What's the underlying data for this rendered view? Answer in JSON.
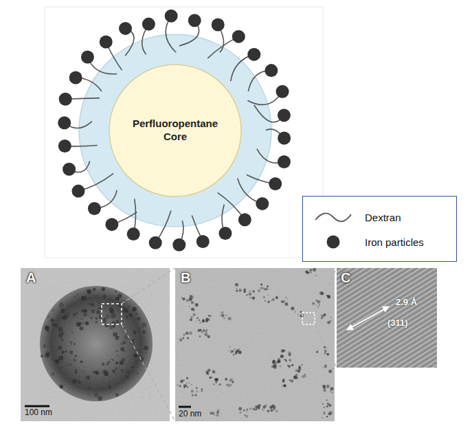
{
  "diagram": {
    "nodes": [
      {
        "text": [
          "Perfluoropentane Core"
        ]
      },
      {
        "text": [
          "A",
          "100 nm"
        ]
      },
      {
        "text": [
          "B",
          "20 nm"
        ]
      },
      {
        "text": [
          "C",
          "2.9 Å",
          "(311)"
        ]
      }
    ],
    "legend": [
      {
        "text": "Dextran"
      },
      {
        "text": "Iron particles"
      }
    ]
  }
}
